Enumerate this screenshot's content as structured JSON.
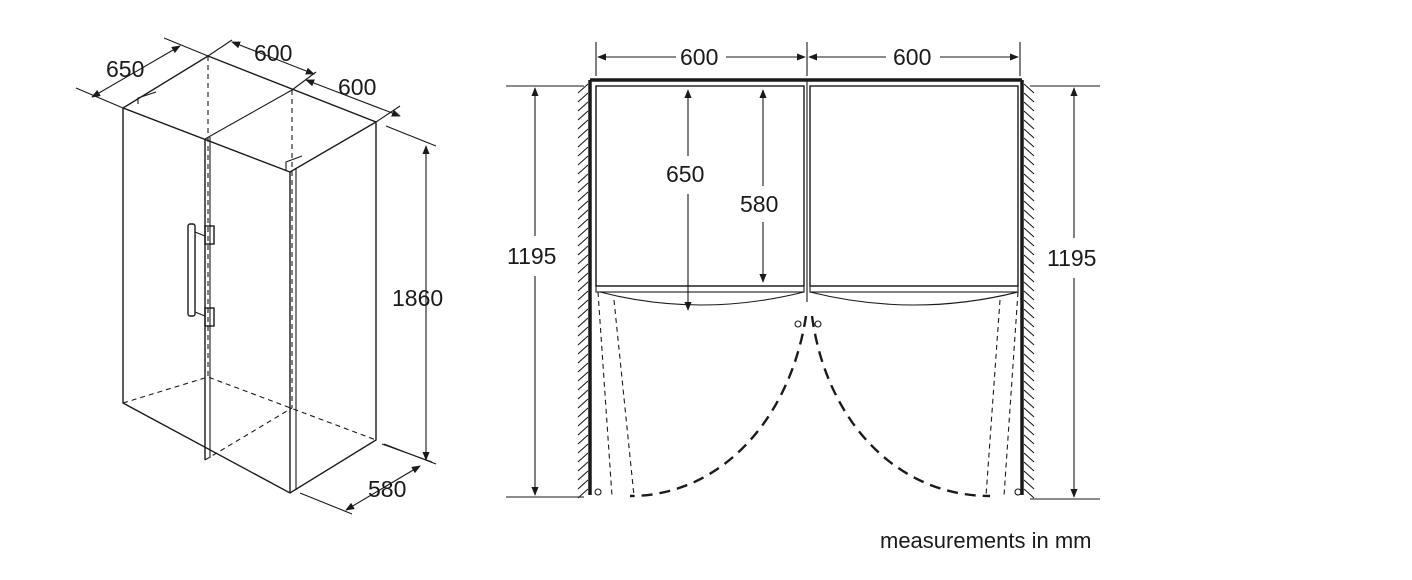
{
  "iso_view": {
    "depth_label": "650",
    "width_left_label": "600",
    "width_right_label": "600",
    "height_label": "1860",
    "base_depth_label": "580"
  },
  "plan_view": {
    "width_left_label": "600",
    "width_right_label": "600",
    "depth_door_open_label": "650",
    "depth_body_label": "580",
    "clearance_left_label": "1195",
    "clearance_right_label": "1195"
  },
  "note": "measurements in mm"
}
